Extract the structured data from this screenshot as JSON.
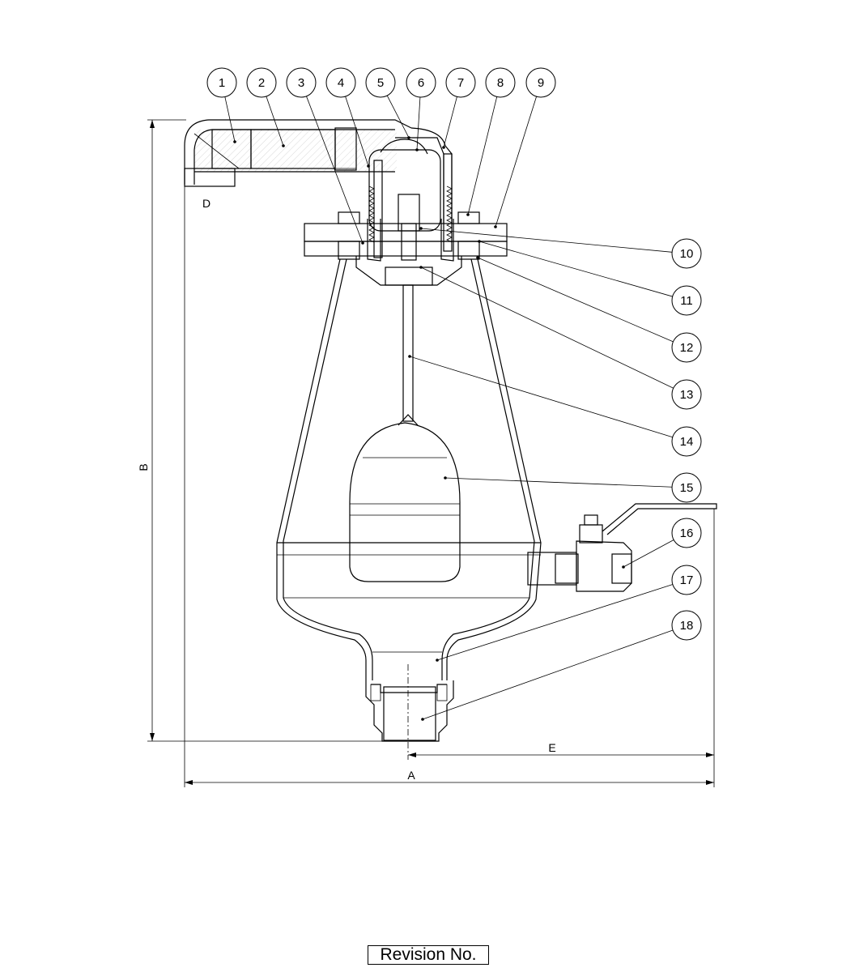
{
  "title_block": {
    "revision_label": "Revision No."
  },
  "dimensions": {
    "A": "A",
    "B": "B",
    "D": "D",
    "E": "E"
  },
  "balloons": [
    "1",
    "2",
    "3",
    "4",
    "5",
    "6",
    "7",
    "8",
    "9",
    "10",
    "11",
    "12",
    "13",
    "14",
    "15",
    "16",
    "17",
    "18"
  ]
}
